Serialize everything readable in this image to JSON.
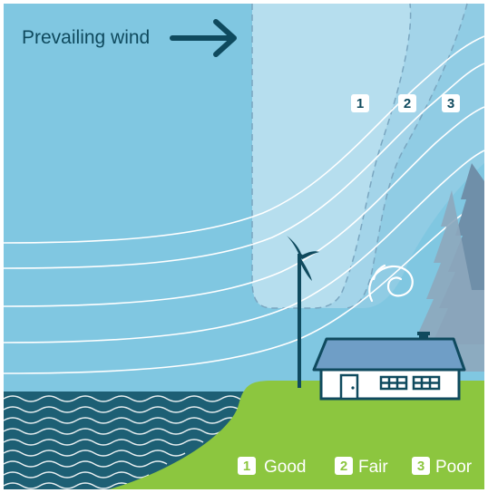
{
  "header": {
    "title": "Prevailing wind"
  },
  "zones": [
    {
      "number": "1"
    },
    {
      "number": "2"
    },
    {
      "number": "3"
    }
  ],
  "legend": [
    {
      "number": "1",
      "label": "Good"
    },
    {
      "number": "2",
      "label": "Fair"
    },
    {
      "number": "3",
      "label": "Poor"
    }
  ],
  "colors": {
    "sky": "#80c7e1",
    "ground": "#8cc63f",
    "water": "#1d5f74",
    "house_roof": "#6f9ec6",
    "text_dark": "#0f4a5e",
    "trees": "#6f8fa9"
  },
  "icons": {
    "arrow": "right-arrow-icon",
    "turbine": "wind-turbine-icon",
    "house": "house-icon",
    "turbulence": "swirl-icon"
  }
}
